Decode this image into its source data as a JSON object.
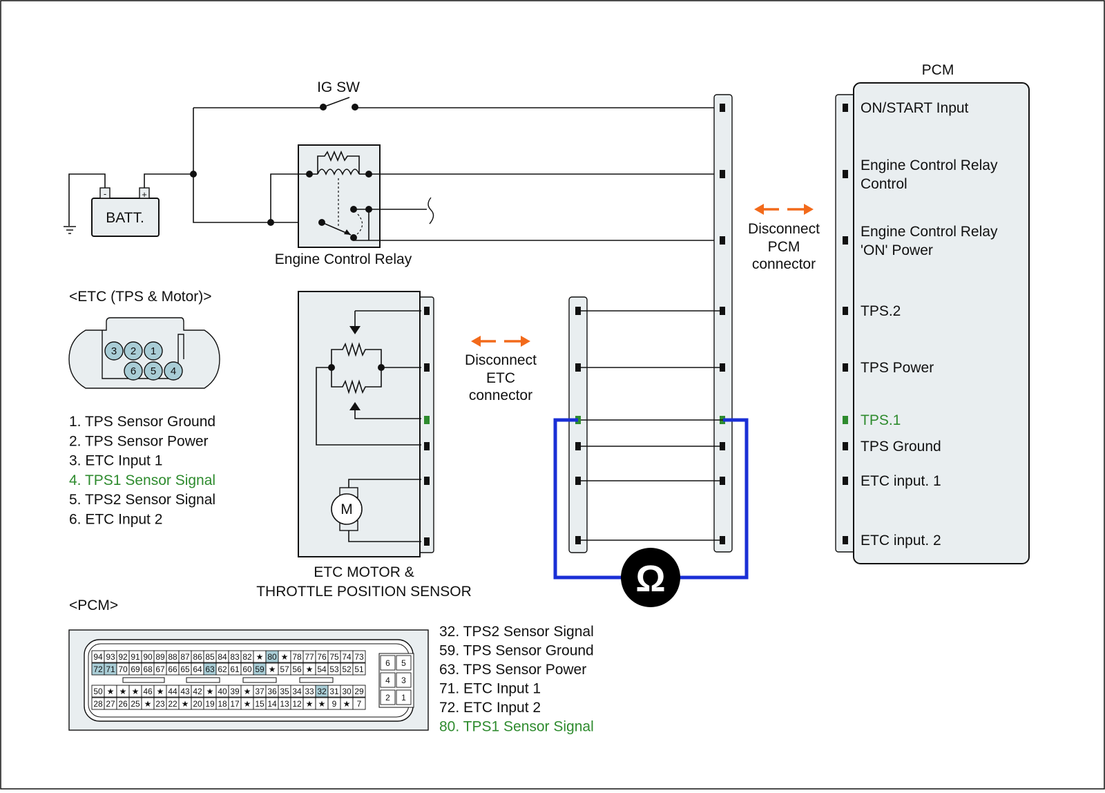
{
  "ig_sw": "IG SW",
  "batt": "BATT.",
  "batt_minus": "-",
  "batt_plus": "+",
  "relay_label": "Engine Control Relay",
  "pcm_title": "PCM",
  "pcm_pins": [
    {
      "label": [
        "ON/START Input"
      ],
      "highlight": false
    },
    {
      "label": [
        "Engine Control Relay",
        "Control"
      ],
      "highlight": false
    },
    {
      "label": [
        "Engine Control Relay",
        "'ON' Power"
      ],
      "highlight": false
    },
    {
      "label": [
        "TPS.2"
      ],
      "highlight": false
    },
    {
      "label": [
        "TPS Power"
      ],
      "highlight": false
    },
    {
      "label": [
        "TPS.1"
      ],
      "highlight": true
    },
    {
      "label": [
        "TPS Ground"
      ],
      "highlight": false
    },
    {
      "label": [
        "ETC input. 1"
      ],
      "highlight": false
    },
    {
      "label": [
        "ETC input. 2"
      ],
      "highlight": false
    }
  ],
  "disconnect_pcm": [
    "Disconnect",
    "PCM",
    "connector"
  ],
  "disconnect_etc": [
    "Disconnect",
    "ETC",
    "connector"
  ],
  "etc_connector_title": "<ETC (TPS & Motor)>",
  "etc_connector_pins": [
    "3",
    "2",
    "1",
    "6",
    "5",
    "4"
  ],
  "etc_pin_list": [
    {
      "text": "1. TPS Sensor Ground",
      "highlight": false
    },
    {
      "text": "2. TPS Sensor Power",
      "highlight": false
    },
    {
      "text": "3. ETC Input 1",
      "highlight": false
    },
    {
      "text": "4. TPS1 Sensor Signal",
      "highlight": true
    },
    {
      "text": "5. TPS2 Sensor Signal",
      "highlight": false
    },
    {
      "text": "6. ETC Input 2",
      "highlight": false
    }
  ],
  "etc_component_label": [
    "ETC MOTOR &",
    "THROTTLE POSITION SENSOR"
  ],
  "motor_symbol": "M",
  "ohm_symbol": "Ω",
  "pcm_connector_title": "<PCM>",
  "pcm_connector_rows": [
    [
      "94",
      "93",
      "92",
      "91",
      "90",
      "89",
      "88",
      "87",
      "86",
      "85",
      "84",
      "83",
      "82",
      "★",
      "80",
      "★",
      "78",
      "77",
      "76",
      "75",
      "74",
      "73"
    ],
    [
      "72",
      "71",
      "70",
      "69",
      "68",
      "67",
      "66",
      "65",
      "64",
      "63",
      "62",
      "61",
      "60",
      "59",
      "★",
      "57",
      "56",
      "★",
      "54",
      "53",
      "52",
      "51"
    ],
    [
      "50",
      "★",
      "★",
      "★",
      "46",
      "★",
      "44",
      "43",
      "42",
      "★",
      "40",
      "39",
      "★",
      "37",
      "36",
      "35",
      "34",
      "33",
      "32",
      "31",
      "30",
      "29"
    ],
    [
      "28",
      "27",
      "26",
      "25",
      "★",
      "23",
      "22",
      "★",
      "20",
      "19",
      "18",
      "17",
      "★",
      "15",
      "14",
      "13",
      "12",
      "★",
      "★",
      "9",
      "★",
      "7"
    ]
  ],
  "pcm_connector_highlight": [
    "80",
    "72",
    "71",
    "63",
    "59",
    "32"
  ],
  "pcm_connector_side": [
    [
      "6",
      "5"
    ],
    [
      "4",
      "3"
    ],
    [
      "2",
      "1"
    ]
  ],
  "pcm_pin_list": [
    {
      "text": "32. TPS2 Sensor Signal",
      "highlight": false
    },
    {
      "text": "59. TPS Sensor Ground",
      "highlight": false
    },
    {
      "text": "63. TPS Sensor Power",
      "highlight": false
    },
    {
      "text": "71. ETC Input 1",
      "highlight": false
    },
    {
      "text": "72. ETC Input 2",
      "highlight": false
    },
    {
      "text": "80. TPS1 Sensor Signal",
      "highlight": true
    }
  ],
  "colors": {
    "accent_green": "#2e8b2e",
    "meter_lead": "#1a2fd6",
    "arrow": "#f26a1b",
    "fill": "#e9eef0",
    "highlight_cell": "#a9cdd6"
  }
}
